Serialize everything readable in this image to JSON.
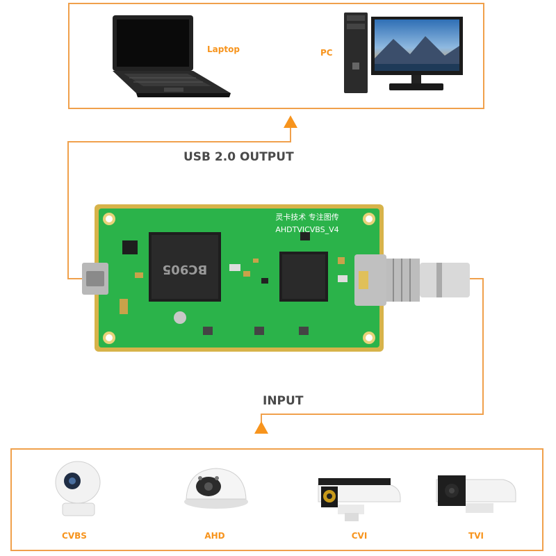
{
  "outputs": {
    "laptop_label": "Laptop",
    "pc_label": "PC"
  },
  "connections": {
    "output_label": "USB 2.0 OUTPUT",
    "input_label": "INPUT"
  },
  "board": {
    "chip_main": "BC905",
    "silk_title": "灵卡技术 专注图传",
    "silk_model": "AHDTVICVBS_V4"
  },
  "inputs": {
    "cameras": [
      {
        "label": "CVBS"
      },
      {
        "label": "AHD"
      },
      {
        "label": "CVI"
      },
      {
        "label": "TVI"
      }
    ]
  },
  "colors": {
    "accent": "#f7941d",
    "frame": "#f0a04b",
    "board_green": "#2bb34a",
    "text_dark": "#4a4a4a"
  }
}
